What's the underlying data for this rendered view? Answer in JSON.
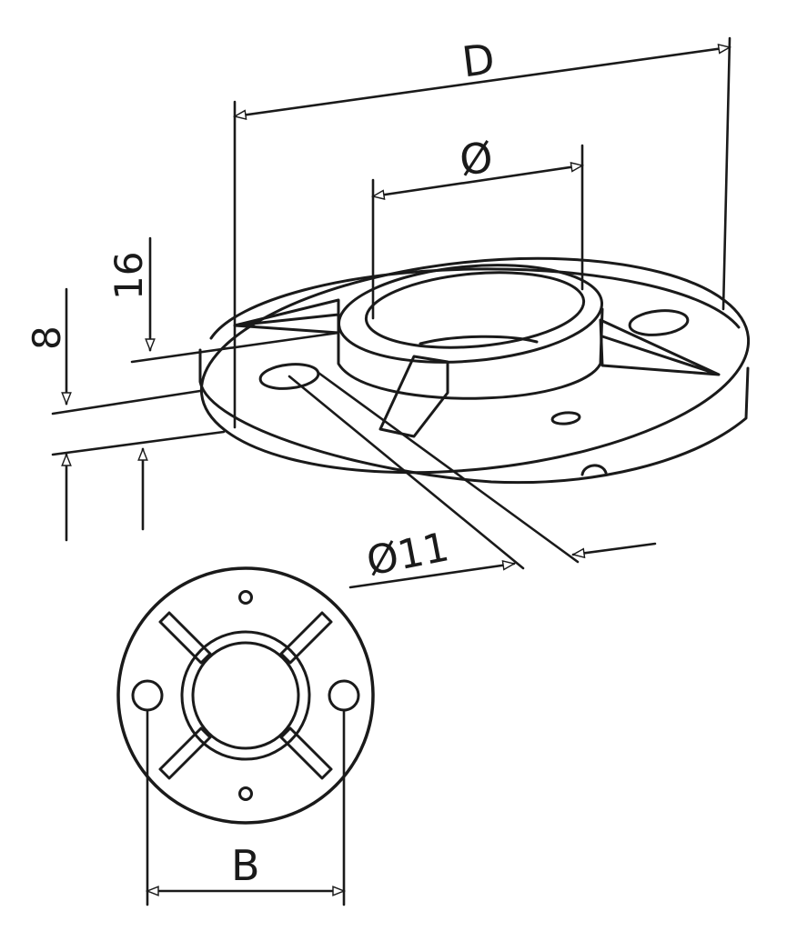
{
  "labels": {
    "outer_diameter": "D",
    "tube_diameter": "Ø",
    "overall_height": "16",
    "plate_thickness": "8",
    "hole_diameter": "Ø11",
    "bolt_spacing": "B"
  },
  "colors": {
    "line": "#1a1a1a",
    "background": "#ffffff"
  }
}
